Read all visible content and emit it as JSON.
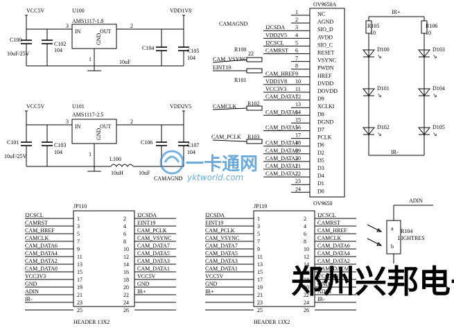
{
  "regulators": [
    {
      "vin_net": "VCC5V",
      "ref": "U100",
      "part": "AMS1117-1.8",
      "vout_net": "VDD1V8",
      "pin_in": "3",
      "pin_out": "2",
      "pin_gnd": "1",
      "label_in": "IN",
      "label_out": "OUT",
      "label_gnd": "GND",
      "caps": {
        "c_in_e": "C100",
        "c_in_e_val": "10uF/25V",
        "c_in": "C102",
        "c_in_val": "104",
        "c_out_e": "C104",
        "c_out": "C105",
        "c_out_val": "104",
        "c_out_note": "10uF"
      }
    },
    {
      "vin_net": "VCC5V",
      "ref": "U101",
      "part": "AMS1117-2.5",
      "vout_net": "VDD2V5",
      "pin_in": "3",
      "pin_out": "2",
      "pin_gnd": "1",
      "label_in": "IN",
      "label_out": "OUT",
      "label_gnd": "GND",
      "caps": {
        "c_in_e": "C101",
        "c_in_e_val": "10uF/25V",
        "c_in": "C103",
        "c_in_val": "104",
        "c_out_e": "C106",
        "c_out": "C107",
        "c_out_val": "104",
        "l_ref": "L100",
        "l_val": "10uH",
        "c_note": "10uF",
        "gnd_net": "CAMAGND"
      }
    }
  ],
  "camera": {
    "ref": "OV9650A",
    "ref_bottom": "OV9650",
    "agnd_label": "CAMAGND",
    "pins": [
      {
        "num": "1",
        "name": "NC",
        "net": ""
      },
      {
        "num": "2",
        "name": "AGND",
        "net": ""
      },
      {
        "num": "3",
        "name": "SIO_D",
        "net": "I2CSDA"
      },
      {
        "num": "4",
        "name": "AVDD",
        "net": "VDD2V5"
      },
      {
        "num": "5",
        "name": "SIO_C",
        "net": "I2CSCL"
      },
      {
        "num": "6",
        "name": "RESET",
        "net": "CAMRST"
      },
      {
        "num": "7",
        "name": "VSYNC",
        "net": ""
      },
      {
        "num": "8",
        "name": "PWDN",
        "net": ""
      },
      {
        "num": "9",
        "name": "HREF",
        "net": "CAM_HREF"
      },
      {
        "num": "10",
        "name": "DVDD",
        "net": "VDD1V8"
      },
      {
        "num": "11",
        "name": "DOVDD",
        "net": "VCC3V3"
      },
      {
        "num": "12",
        "name": "D9",
        "net": "CAM_DATA7"
      },
      {
        "num": "13",
        "name": "XCLKI",
        "net": ""
      },
      {
        "num": "14",
        "name": "D8",
        "net": "CAM_DATA6"
      },
      {
        "num": "15",
        "name": "DGND",
        "net": ""
      },
      {
        "num": "16",
        "name": "D7",
        "net": "CAM_DATA5"
      },
      {
        "num": "17",
        "name": "PCLK",
        "net": ""
      },
      {
        "num": "18",
        "name": "D6",
        "net": "CAM_DATA4"
      },
      {
        "num": "19",
        "name": "D2",
        "net": "CAM_DATA0"
      },
      {
        "num": "20",
        "name": "D5",
        "net": "CAM_DATA3"
      },
      {
        "num": "21",
        "name": "D3",
        "net": "CAM_DATA1"
      },
      {
        "num": "22",
        "name": "D4",
        "net": "CAM_DATA2"
      },
      {
        "num": "23",
        "name": "D1",
        "net": ""
      },
      {
        "num": "24",
        "name": "D0",
        "net": ""
      }
    ],
    "r100": "R100",
    "r100_pin": "22",
    "r101": "R101",
    "r102": "R102",
    "r103": "R103",
    "vsync_net": "CAM_VSYNC",
    "eint_net": "EINT19",
    "camclk_net": "CAMCLK",
    "pclk_net": "CAM_PCLK"
  },
  "leds": {
    "vplus": "IR+",
    "vminus": "IR-",
    "r_left": "R105",
    "r_left_val": "10",
    "r_right": "R106",
    "r_right_val": "10",
    "left": [
      "D100",
      "D101",
      "D102"
    ],
    "right": [
      "D103",
      "D104",
      "D105"
    ]
  },
  "ldr": {
    "net": "ADIN",
    "ref": "R104",
    "val": "LIGHTRES",
    "pin_a": "a",
    "pin_b": "b"
  },
  "jp110": {
    "ref": "JP110",
    "footer": "HEADER 13X2",
    "left": [
      [
        "I2CSCL",
        "1"
      ],
      [
        "CAMRST",
        "3"
      ],
      [
        "CAM_HREF",
        "5"
      ],
      [
        "CAMCLK",
        "7"
      ],
      [
        "CAM_DATA6",
        "9"
      ],
      [
        "CAM_DATA4",
        "11"
      ],
      [
        "CAM_DATA2",
        "13"
      ],
      [
        "CAM_DATA0",
        "15"
      ],
      [
        "VCC3V3",
        "17"
      ],
      [
        "GND",
        "19"
      ],
      [
        "ADIN",
        "21"
      ],
      [
        "IR-",
        "23"
      ],
      [
        "",
        "25"
      ]
    ],
    "right": [
      [
        "2",
        "I2CSDA"
      ],
      [
        "4",
        "EINT19"
      ],
      [
        "6",
        "CAM_PCLK"
      ],
      [
        "8",
        "CAM_VSYNC"
      ],
      [
        "10",
        "CAM_DATA7"
      ],
      [
        "12",
        "CAM_DATA5"
      ],
      [
        "14",
        "CAM_DATA3"
      ],
      [
        "16",
        "CAM_DATA1"
      ],
      [
        "18",
        "VCC5V"
      ],
      [
        "20",
        "GND"
      ],
      [
        "22",
        "IR+"
      ],
      [
        "24",
        ""
      ],
      [
        "26",
        ""
      ]
    ]
  },
  "jp119": {
    "ref": "JP119",
    "footer": "HEADER 13X2",
    "left": [
      [
        "I2CSDA",
        "1"
      ],
      [
        "EINT19",
        "3"
      ],
      [
        "CAM_PCLK",
        "5"
      ],
      [
        "CAM_VSYNC",
        "7"
      ],
      [
        "CAM_DATA7",
        "9"
      ],
      [
        "CAM_DATA5",
        "11"
      ],
      [
        "CAM_DATA3",
        "13"
      ],
      [
        "CAM_DATA1",
        "15"
      ],
      [
        "VCC5V",
        "17"
      ],
      [
        "GND",
        "19"
      ],
      [
        "IR+",
        "21"
      ],
      [
        "",
        "23"
      ],
      [
        "",
        "25"
      ]
    ],
    "right": [
      [
        "2",
        "I2CSCL"
      ],
      [
        "4",
        "CAMRST"
      ],
      [
        "6",
        "CAM_HREF"
      ],
      [
        "8",
        "CAMCLK"
      ],
      [
        "10",
        "CAM_DATA6"
      ],
      [
        "12",
        "CAM_DATA4"
      ],
      [
        "14",
        "CAM_DATA2"
      ],
      [
        "16",
        "CAM_DATA0"
      ],
      [
        "18",
        "VCC3V3"
      ],
      [
        "20",
        "GND"
      ],
      [
        "22",
        "ADIN"
      ],
      [
        "24",
        "IR-"
      ],
      [
        "26",
        ""
      ]
    ]
  },
  "watermark": {
    "text": "一卡通网",
    "url": "yktworld.com"
  },
  "brand": "郑州兴邦电子"
}
